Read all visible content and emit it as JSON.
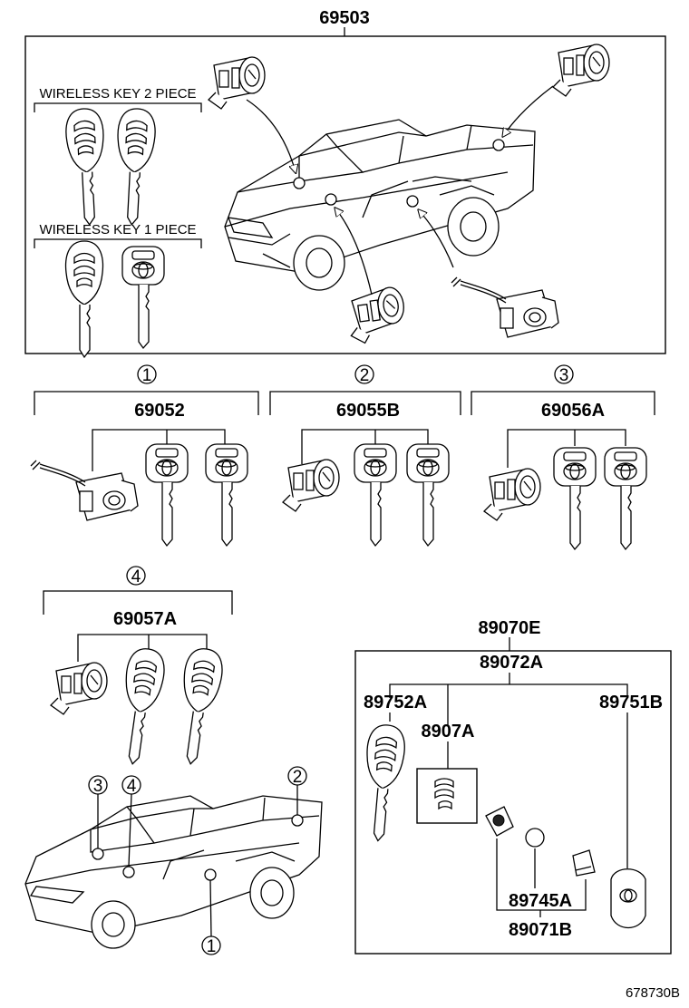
{
  "diagram": {
    "main_assembly": {
      "part_number": "69503"
    },
    "wireless_key_2_piece_label": "WIRELESS KEY 2 PIECE",
    "wireless_key_1_piece_label": "WIRELESS KEY 1 PIECE",
    "groups": [
      {
        "index": "1",
        "part_number": "69052"
      },
      {
        "index": "2",
        "part_number": "69055B"
      },
      {
        "index": "3",
        "part_number": "69056A"
      },
      {
        "index": "4",
        "part_number": "69057A"
      }
    ],
    "transmitter": {
      "assembly": "89070E",
      "sub_assembly": "89072A",
      "key_housing": "89752A",
      "key_plate": "8907A",
      "fob": "89751B",
      "battery": "89745A",
      "case": "89071B"
    },
    "truck_callouts": [
      "3",
      "4",
      "2",
      "1"
    ],
    "catalog_number": "678730B"
  }
}
